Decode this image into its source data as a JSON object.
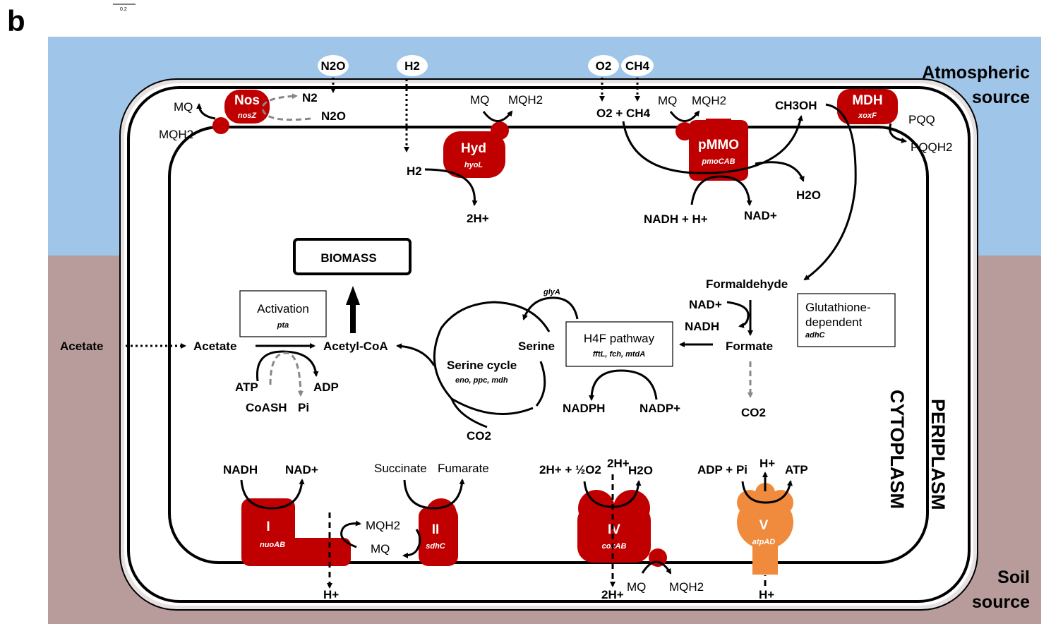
{
  "panel_label": "b",
  "scale_label": "0.2",
  "sources": {
    "atm_l1": "Atmospheric",
    "atm_l2": "source",
    "soil_l1": "Soil",
    "soil_l2": "source"
  },
  "compartments": {
    "periplasm": "PERIPLASM",
    "cytoplasm": "CYTOPLASM"
  },
  "gases": {
    "n2o": "N2O",
    "h2": "H2",
    "o2": "O2",
    "ch4": "CH4"
  },
  "enzymes": {
    "nos": {
      "name": "Nos",
      "gene": "nosZ"
    },
    "hyd": {
      "name": "Hyd",
      "gene": "hyoL"
    },
    "pmmo": {
      "name": "pMMO",
      "gene": "pmoCAB"
    },
    "mdh": {
      "name": "MDH",
      "gene": "xoxF"
    },
    "c1": {
      "name": "I",
      "gene": "nuoAB"
    },
    "c2": {
      "name": "II",
      "gene": "sdhC"
    },
    "c4": {
      "name": "IV",
      "gene": "coxAB"
    },
    "c5": {
      "name": "V",
      "gene": "atpAD"
    }
  },
  "metabolites": {
    "mq": "MQ",
    "mqh2": "MQH2",
    "n2": "N2",
    "h2": "H2",
    "two_h": "2H+",
    "o2_ch4": "O2 + CH4",
    "ch3oh": "CH3OH",
    "pqq": "PQQ",
    "pqqh2": "PQQH2",
    "h2o": "H2O",
    "nadh_h": "NADH + H+",
    "nad": "NAD+",
    "nadh": "NADH",
    "formaldehyde": "Formaldehyde",
    "formate": "Formate",
    "co2": "CO2",
    "acetate": "Acetate",
    "acetyl_coa": "Acetyl-CoA",
    "atp": "ATP",
    "adp": "ADP",
    "coash": "CoASH",
    "pi": "Pi",
    "serine": "Serine",
    "nadph": "NADPH",
    "nadp": "NADP+",
    "succinate": "Succinate",
    "fumarate": "Fumarate",
    "h_half_o2": "2H+ + ½O2",
    "adp_pi": "ADP + Pi",
    "h": "H+"
  },
  "boxes": {
    "biomass": "BIOMASS",
    "activation": {
      "title": "Activation",
      "gene": "pta"
    },
    "h4f": {
      "title": "H4F pathway",
      "genes": "fftL, fch, mtdA"
    },
    "glut": {
      "l1": "Glutathione-",
      "l2": "dependent",
      "gene": "adhC"
    },
    "serine_cycle": {
      "title": "Serine cycle",
      "genes": "eno, ppc, mdh"
    },
    "glya": "glyA"
  },
  "colors": {
    "sky": "#9fc5e8",
    "soil": "#b89c9c",
    "enzyme": "#c00000",
    "atpase": "#f08a3c"
  }
}
